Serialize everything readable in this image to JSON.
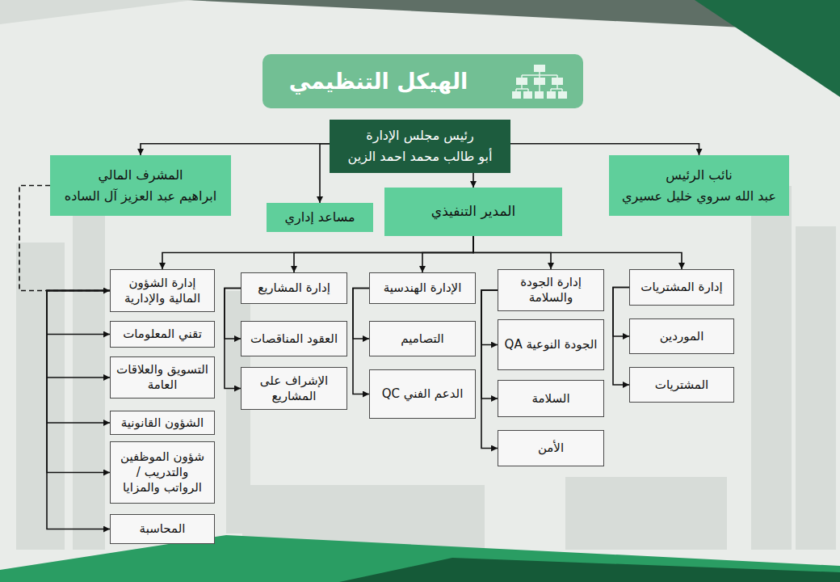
{
  "diagram": {
    "title": "الهيكل التنظيمي",
    "nodes": [
      {
        "text": [
          "رئيس مجلس الإدارة",
          "أبو طالب محمد احمد الزين"
        ]
      },
      {
        "text": [
          "نائب الرئيس",
          "عبد الله سروي خليل عسيري"
        ]
      },
      {
        "text": [
          "المشرف المالي",
          "ابراهيم عبد العزيز آل الساده"
        ]
      },
      {
        "text": [
          "مساعد إداري"
        ]
      },
      {
        "text": [
          "المدير التنفيذي"
        ]
      },
      {
        "text": [
          "إدارة المشتريات"
        ]
      },
      {
        "text": [
          "إدارة الجودة والسلامة"
        ]
      },
      {
        "text": [
          "الإدارة الهندسية"
        ]
      },
      {
        "text": [
          "إدارة المشاريع"
        ]
      },
      {
        "text": [
          "إدارة الشؤون المالية والإدارية"
        ]
      },
      {
        "text": [
          "الموردين"
        ]
      },
      {
        "text": [
          "المشتريات"
        ]
      },
      {
        "text": [
          "الجودة النوعية QA"
        ]
      },
      {
        "text": [
          "السلامة"
        ]
      },
      {
        "text": [
          "الأمن"
        ]
      },
      {
        "text": [
          "التصاميم"
        ]
      },
      {
        "text": [
          "الدعم الفني QC"
        ]
      },
      {
        "text": [
          "العقود المناقصات"
        ]
      },
      {
        "text": [
          "الإشراف على المشاريع"
        ]
      },
      {
        "text": [
          "تقني المعلومات"
        ]
      },
      {
        "text": [
          "التسويق والعلاقات العامة"
        ]
      },
      {
        "text": [
          "الشؤون القانونية"
        ]
      },
      {
        "text": [
          "شؤون الموظفين والتدريب / الرواتب والمزايا"
        ]
      },
      {
        "text": [
          "المحاسبة"
        ]
      }
    ],
    "edges": [
      {
        "from": 0,
        "to": 1,
        "arrow": "to"
      },
      {
        "from": 0,
        "to": 2,
        "arrow": "to"
      },
      {
        "from": 0,
        "to": 3,
        "arrow": "to"
      },
      {
        "from": 0,
        "to": 4,
        "arrow": "to"
      },
      {
        "from": 4,
        "to": 5,
        "arrow": "to"
      },
      {
        "from": 4,
        "to": 6,
        "arrow": "to"
      },
      {
        "from": 4,
        "to": 7,
        "arrow": "to"
      },
      {
        "from": 4,
        "to": 8,
        "arrow": "to"
      },
      {
        "from": 4,
        "to": 9,
        "arrow": "to"
      },
      {
        "from": 2,
        "to": 9,
        "arrow": "to"
      },
      {
        "from": 5,
        "to": 10,
        "arrow": "to"
      },
      {
        "from": 5,
        "to": 11,
        "arrow": "to"
      },
      {
        "from": 6,
        "to": 12,
        "arrow": "to"
      },
      {
        "from": 6,
        "to": 13,
        "arrow": "to"
      },
      {
        "from": 6,
        "to": 14,
        "arrow": "to"
      },
      {
        "from": 7,
        "to": 15,
        "arrow": "to"
      },
      {
        "from": 7,
        "to": 16,
        "arrow": "to"
      },
      {
        "from": 8,
        "to": 17,
        "arrow": "to"
      },
      {
        "from": 8,
        "to": 18,
        "arrow": "to"
      },
      {
        "from": 9,
        "to": 19,
        "arrow": "to"
      },
      {
        "from": 9,
        "to": 20,
        "arrow": "to"
      },
      {
        "from": 9,
        "to": 21,
        "arrow": "to"
      },
      {
        "from": 9,
        "to": 22,
        "arrow": "to"
      },
      {
        "from": 9,
        "to": 23,
        "arrow": "to"
      }
    ]
  }
}
